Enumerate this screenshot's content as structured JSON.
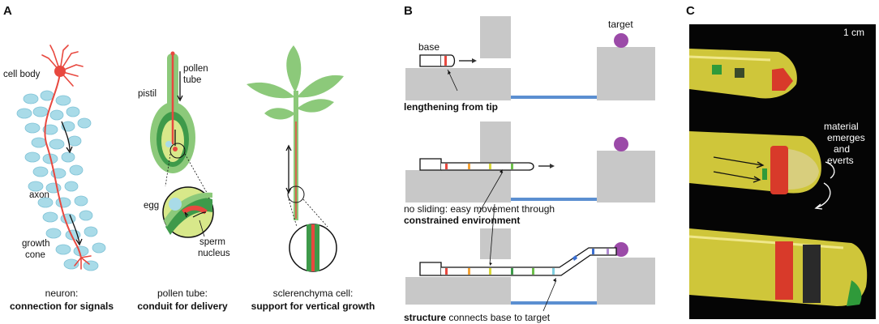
{
  "panel_a": {
    "letter": "A",
    "neuron": {
      "cell_body": "cell body",
      "axon": "axon",
      "growth_cone_1": "growth",
      "growth_cone_2": "cone",
      "caption_1": "neuron:",
      "caption_2": "connection for signals"
    },
    "pollen": {
      "pollen_tube_1": "pollen",
      "pollen_tube_2": "tube",
      "pistil": "pistil",
      "egg": "egg",
      "sperm_1": "sperm",
      "sperm_2": "nucleus",
      "caption_1": "pollen tube:",
      "caption_2": "conduit for delivery"
    },
    "sclerenchyma": {
      "caption_1": "sclerenchyma cell:",
      "caption_2": "support for vertical growth"
    }
  },
  "panel_b": {
    "letter": "B",
    "base": "base",
    "target": "target",
    "step1": "lengthening from tip",
    "step2_line1": "no sliding: easy movement through",
    "step2_line2": "constrained environment",
    "step3_bold": "structure",
    "step3_rest": " connects base to target"
  },
  "panel_c": {
    "letter": "C",
    "scale": "1 cm",
    "note_1": "material",
    "note_2": "emerges",
    "note_3": "and",
    "note_4": "everts"
  },
  "colors": {
    "neuron": "#e8483f",
    "cells": "#a9dbe8",
    "plant": "#8cc97a",
    "plant_dark": "#3e9a4a",
    "ground": "#c8c8c8",
    "gap": "#5b8fd1",
    "target": "#9b4aa8",
    "photo_bg": "#050505",
    "tube": "#d9d23a"
  }
}
